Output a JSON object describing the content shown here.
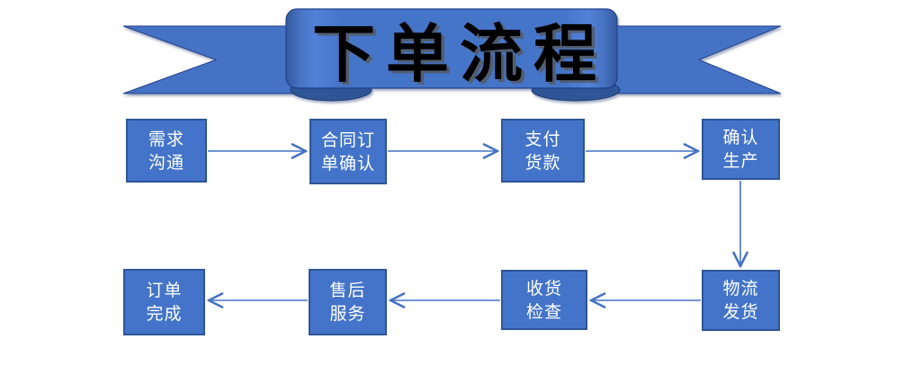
{
  "banner": {
    "title": "下单流程"
  },
  "steps": [
    {
      "id": "demand-communication",
      "line1": "需求",
      "line2": "沟通"
    },
    {
      "id": "contract-order-confirmation",
      "line1": "合同订",
      "line2": "单确认"
    },
    {
      "id": "payment",
      "line1": "支付",
      "line2": "货款"
    },
    {
      "id": "confirm-production",
      "line1": "确认",
      "line2": "生产"
    },
    {
      "id": "logistics-shipping",
      "line1": "物流",
      "line2": "发货"
    },
    {
      "id": "receiving-inspection",
      "line1": "收货",
      "line2": "检查"
    },
    {
      "id": "after-sales-service",
      "line1": "售后",
      "line2": "服务"
    },
    {
      "id": "order-complete",
      "line1": "订单",
      "line2": "完成"
    }
  ],
  "flow_connections": [
    {
      "from": "需求沟通",
      "to": "合同订单确认",
      "direction": "right"
    },
    {
      "from": "合同订单确认",
      "to": "支付货款",
      "direction": "right"
    },
    {
      "from": "支付货款",
      "to": "确认生产",
      "direction": "right"
    },
    {
      "from": "确认生产",
      "to": "物流发货",
      "direction": "down"
    },
    {
      "from": "物流发货",
      "to": "收货检查",
      "direction": "left"
    },
    {
      "from": "收货检查",
      "to": "售后服务",
      "direction": "left"
    },
    {
      "from": "售后服务",
      "to": "订单完成",
      "direction": "left"
    }
  ],
  "colors": {
    "shape_fill": "#4374C9",
    "shape_border": "#2E5597",
    "ribbon_fill": "#4472C4",
    "ribbon_fold": "#2F5496",
    "ribbon_outline": "#24418C",
    "arrow": "#4472C4",
    "title_text": "#000000",
    "step_text": "#FFFFFF",
    "background": "#FFFFFF"
  }
}
